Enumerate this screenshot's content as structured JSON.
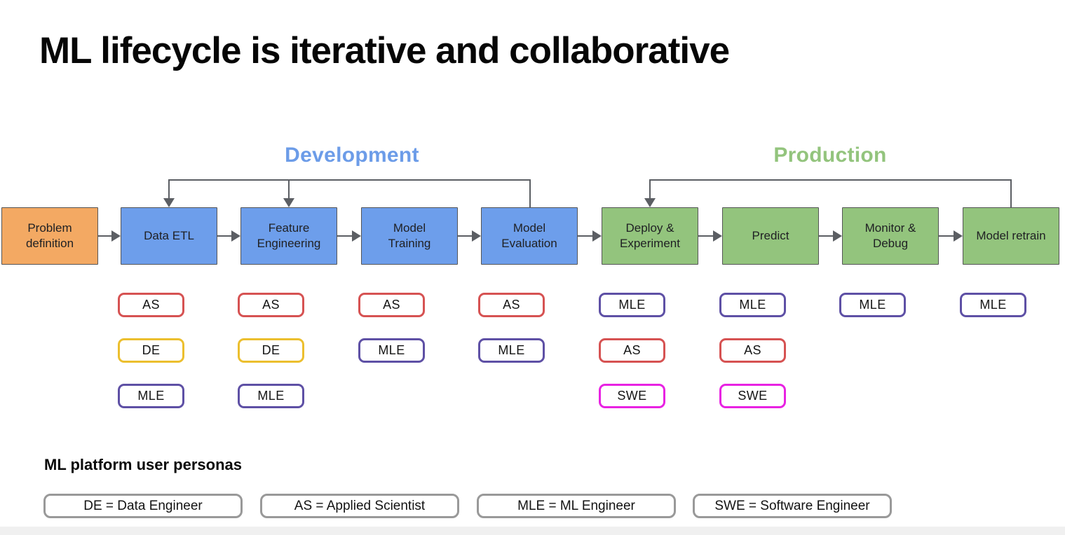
{
  "title": "ML lifecycle is iterative and collaborative",
  "sections": {
    "development": "Development",
    "production": "Production"
  },
  "stages": [
    {
      "label": "Problem\ndefinition",
      "phase": "start",
      "tags": []
    },
    {
      "label": "Data ETL",
      "phase": "development",
      "tags": [
        "AS",
        "DE",
        "MLE"
      ]
    },
    {
      "label": "Feature\nEngineering",
      "phase": "development",
      "tags": [
        "AS",
        "DE",
        "MLE"
      ]
    },
    {
      "label": "Model\nTraining",
      "phase": "development",
      "tags": [
        "AS",
        "MLE"
      ]
    },
    {
      "label": "Model\nEvaluation",
      "phase": "development",
      "tags": [
        "AS",
        "MLE"
      ]
    },
    {
      "label": "Deploy &\nExperiment",
      "phase": "production",
      "tags": [
        "MLE",
        "AS",
        "SWE"
      ]
    },
    {
      "label": "Predict",
      "phase": "production",
      "tags": [
        "MLE",
        "AS",
        "SWE"
      ]
    },
    {
      "label": "Monitor &\nDebug",
      "phase": "production",
      "tags": [
        "MLE"
      ]
    },
    {
      "label": "Model retrain",
      "phase": "production",
      "tags": [
        "MLE"
      ]
    }
  ],
  "legend": {
    "title": "ML platform user personas",
    "items": [
      {
        "code": "DE",
        "label": "DE = Data Engineer"
      },
      {
        "code": "AS",
        "label": "AS = Applied Scientist"
      },
      {
        "code": "MLE",
        "label": "MLE = ML Engineer"
      },
      {
        "code": "SWE",
        "label": "SWE = Software Engineer"
      }
    ]
  },
  "colors": {
    "development_label": "#6c9ce8",
    "production_label": "#93c47d",
    "start_box_fill": "#f3a963",
    "development_box_fill": "#6d9eeb",
    "production_box_fill": "#93c47d",
    "box_border": "#555557",
    "connector": "#5b5e63",
    "tag_as_border": "#d65252",
    "tag_de_border": "#ecbf2e",
    "tag_mle_border": "#5e50a5",
    "tag_swe_border": "#e822e2"
  }
}
